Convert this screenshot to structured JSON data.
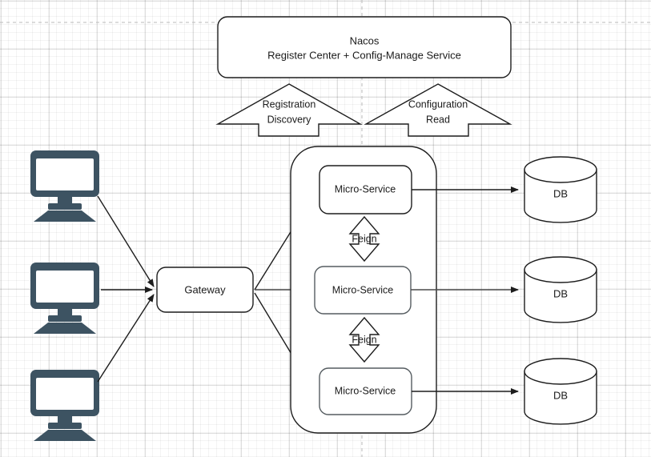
{
  "diagram": {
    "title": "Microservice Architecture with Nacos",
    "type": "architecture-diagram",
    "registry": {
      "name": "Nacos",
      "line1": "Nacos",
      "line2": "Register Center + Config-Manage Service"
    },
    "block_arrows": [
      {
        "id": "registration-discovery",
        "line1": "Registration",
        "line2": "Discovery"
      },
      {
        "id": "configuration-read",
        "line1": "Configuration",
        "line2": "Read"
      }
    ],
    "clients": [
      {
        "id": "client-1",
        "icon": "desktop-computer-icon"
      },
      {
        "id": "client-2",
        "icon": "desktop-computer-icon"
      },
      {
        "id": "client-3",
        "icon": "desktop-computer-icon"
      }
    ],
    "gateway": {
      "label": "Gateway"
    },
    "services": [
      {
        "id": "micro-service-1",
        "label": "Micro-Service"
      },
      {
        "id": "micro-service-2",
        "label": "Micro-Service"
      },
      {
        "id": "micro-service-3",
        "label": "Micro-Service"
      }
    ],
    "feign_links": [
      {
        "id": "feign-1",
        "label": "Feign"
      },
      {
        "id": "feign-2",
        "label": "Feign"
      }
    ],
    "databases": [
      {
        "id": "db-1",
        "label": "DB"
      },
      {
        "id": "db-2",
        "label": "DB"
      },
      {
        "id": "db-3",
        "label": "DB"
      }
    ],
    "colors": {
      "stroke": "#1d1d1d",
      "stroke_gray": "#555c60",
      "fill": "#ffffff",
      "monitor": "#3d5362",
      "grid_minor": "#f0f0f0",
      "grid_major": "#dedede",
      "page_break": "#b9b9b9",
      "canvas": "#ffffff"
    }
  }
}
